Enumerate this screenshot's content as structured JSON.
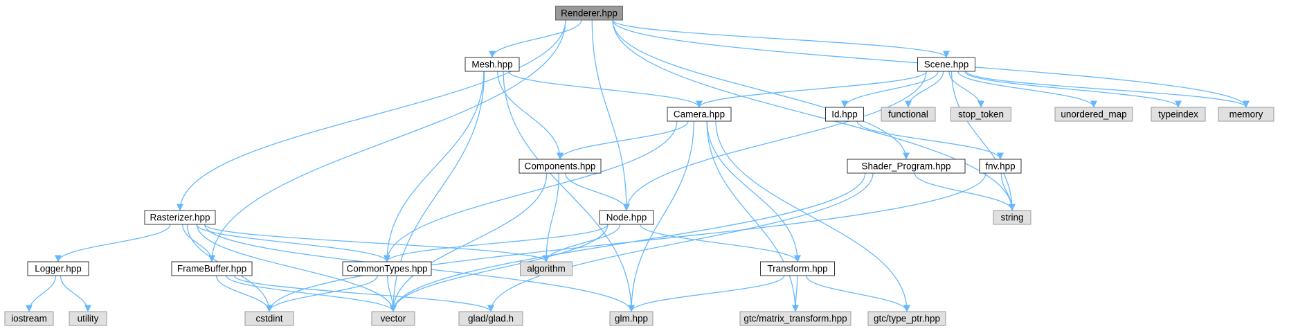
{
  "graph": {
    "accent_color": "#63b8ff",
    "nodes": [
      {
        "id": "renderer",
        "label": "Renderer.hpp",
        "kind": "root"
      },
      {
        "id": "mesh",
        "label": "Mesh.hpp",
        "kind": "file"
      },
      {
        "id": "scene",
        "label": "Scene.hpp",
        "kind": "file"
      },
      {
        "id": "camera",
        "label": "Camera.hpp",
        "kind": "file"
      },
      {
        "id": "id",
        "label": "Id.hpp",
        "kind": "file"
      },
      {
        "id": "functional",
        "label": "functional",
        "kind": "system"
      },
      {
        "id": "stop_token",
        "label": "stop_token",
        "kind": "system"
      },
      {
        "id": "unordered_map",
        "label": "unordered_map",
        "kind": "system"
      },
      {
        "id": "typeindex",
        "label": "typeindex",
        "kind": "system"
      },
      {
        "id": "memory",
        "label": "memory",
        "kind": "system"
      },
      {
        "id": "components",
        "label": "Components.hpp",
        "kind": "file"
      },
      {
        "id": "shader",
        "label": "Shader_Program.hpp",
        "kind": "file"
      },
      {
        "id": "fnv",
        "label": "fnv.hpp",
        "kind": "file"
      },
      {
        "id": "rasterizer",
        "label": "Rasterizer.hpp",
        "kind": "file"
      },
      {
        "id": "node",
        "label": "Node.hpp",
        "kind": "file"
      },
      {
        "id": "string",
        "label": "string",
        "kind": "system"
      },
      {
        "id": "logger",
        "label": "Logger.hpp",
        "kind": "file"
      },
      {
        "id": "framebuffer",
        "label": "FrameBuffer.hpp",
        "kind": "file"
      },
      {
        "id": "commontypes",
        "label": "CommonTypes.hpp",
        "kind": "file"
      },
      {
        "id": "algorithm",
        "label": "algorithm",
        "kind": "system"
      },
      {
        "id": "transform",
        "label": "Transform.hpp",
        "kind": "file"
      },
      {
        "id": "iostream",
        "label": "iostream",
        "kind": "system"
      },
      {
        "id": "utility",
        "label": "utility",
        "kind": "system"
      },
      {
        "id": "cstdint",
        "label": "cstdint",
        "kind": "system"
      },
      {
        "id": "vector",
        "label": "vector",
        "kind": "system"
      },
      {
        "id": "glad",
        "label": "glad/glad.h",
        "kind": "system"
      },
      {
        "id": "glm",
        "label": "glm.hpp",
        "kind": "system"
      },
      {
        "id": "matrix_transform",
        "label": "gtc/matrix_transform.hpp",
        "kind": "system"
      },
      {
        "id": "type_ptr",
        "label": "gtc/type_ptr.hpp",
        "kind": "system"
      }
    ],
    "edges": [
      [
        "renderer",
        "mesh"
      ],
      [
        "renderer",
        "scene"
      ],
      [
        "renderer",
        "memory"
      ],
      [
        "renderer",
        "string"
      ],
      [
        "renderer",
        "rasterizer"
      ],
      [
        "renderer",
        "framebuffer"
      ],
      [
        "renderer",
        "node"
      ],
      [
        "renderer",
        "shader"
      ],
      [
        "mesh",
        "camera"
      ],
      [
        "mesh",
        "components"
      ],
      [
        "mesh",
        "commontypes"
      ],
      [
        "mesh",
        "vector"
      ],
      [
        "mesh",
        "glm"
      ],
      [
        "scene",
        "camera"
      ],
      [
        "scene",
        "id"
      ],
      [
        "scene",
        "functional"
      ],
      [
        "scene",
        "stop_token"
      ],
      [
        "scene",
        "unordered_map"
      ],
      [
        "scene",
        "typeindex"
      ],
      [
        "scene",
        "memory"
      ],
      [
        "scene",
        "string"
      ],
      [
        "scene",
        "node"
      ],
      [
        "camera",
        "components"
      ],
      [
        "camera",
        "commontypes"
      ],
      [
        "camera",
        "glm"
      ],
      [
        "camera",
        "transform"
      ],
      [
        "camera",
        "matrix_transform"
      ],
      [
        "camera",
        "type_ptr"
      ],
      [
        "id",
        "fnv"
      ],
      [
        "fnv",
        "string"
      ],
      [
        "fnv",
        "cstdint"
      ],
      [
        "components",
        "node"
      ],
      [
        "components",
        "algorithm"
      ],
      [
        "components",
        "vector"
      ],
      [
        "shader",
        "string"
      ],
      [
        "shader",
        "vector"
      ],
      [
        "shader",
        "glad"
      ],
      [
        "node",
        "commontypes"
      ],
      [
        "node",
        "algorithm"
      ],
      [
        "node",
        "transform"
      ],
      [
        "node",
        "vector"
      ],
      [
        "rasterizer",
        "logger"
      ],
      [
        "rasterizer",
        "framebuffer"
      ],
      [
        "rasterizer",
        "commontypes"
      ],
      [
        "rasterizer",
        "algorithm"
      ],
      [
        "rasterizer",
        "cstdint"
      ],
      [
        "rasterizer",
        "vector"
      ],
      [
        "rasterizer",
        "glm"
      ],
      [
        "logger",
        "iostream"
      ],
      [
        "logger",
        "utility"
      ],
      [
        "framebuffer",
        "cstdint"
      ],
      [
        "framebuffer",
        "vector"
      ],
      [
        "framebuffer",
        "glad"
      ],
      [
        "commontypes",
        "cstdint"
      ],
      [
        "commontypes",
        "vector"
      ],
      [
        "transform",
        "glm"
      ],
      [
        "transform",
        "matrix_transform"
      ],
      [
        "transform",
        "type_ptr"
      ]
    ]
  }
}
